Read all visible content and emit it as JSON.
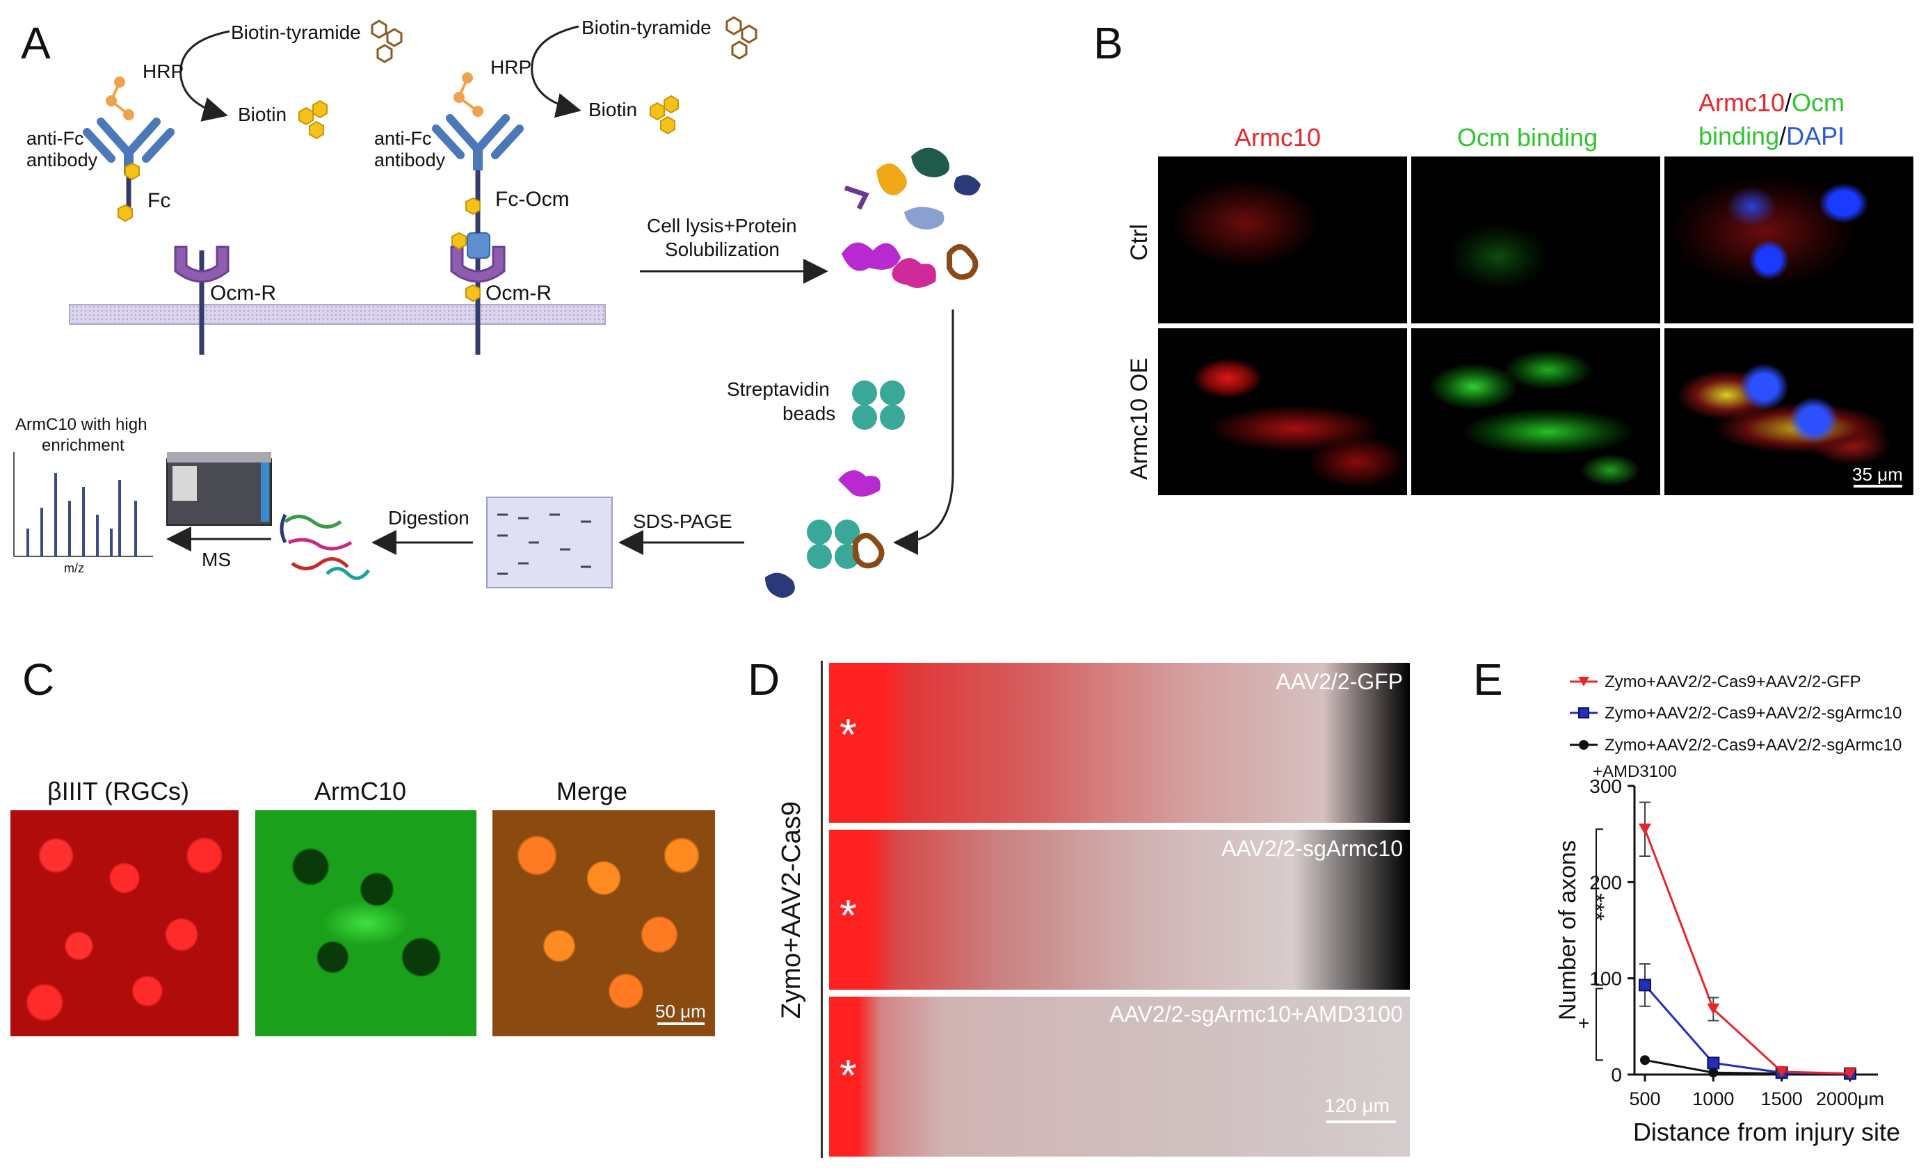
{
  "panels": {
    "a": {
      "letter": "A",
      "biotin_tyramide_1": "Biotin-tyramide",
      "biotin_tyramide_2": "Biotin-tyramide",
      "hrp_1": "HRP",
      "hrp_2": "HRP",
      "biotin_1": "Biotin",
      "biotin_2": "Biotin",
      "anti_fc_1_line1": "anti-Fc",
      "anti_fc_1_line2": "antibody",
      "anti_fc_2_line1": "anti-Fc",
      "anti_fc_2_line2": "antibody",
      "fc": "Fc",
      "fc_ocm": "Fc-Ocm",
      "ocm_r_1": "Ocm-R",
      "ocm_r_2": "Ocm-R",
      "lysis_line1": "Cell lysis+Protein",
      "lysis_line2": "Solubilization",
      "streptavidin_line1": "Streptavidin",
      "streptavidin_line2": "beads",
      "sds_page": "SDS-PAGE",
      "digestion": "Digestion",
      "ms": "MS",
      "armc10_line1": "ArmC10 with high",
      "armc10_line2": "enrichment",
      "mz": "m/z"
    },
    "b": {
      "letter": "B",
      "col1": "Armc10",
      "col2": "Ocm binding",
      "col3_armc10": "Armc10",
      "col3_slash1": "/",
      "col3_ocm": "Ocm",
      "col3_binding": "binding",
      "col3_slash2": "/",
      "col3_dapi": "DAPI",
      "row1": "Ctrl",
      "row2": "Armc10 OE",
      "scale": "35 μm"
    },
    "c": {
      "letter": "C",
      "col1": "βIIIT (RGCs)",
      "col2": "ArmC10",
      "col3": "Merge",
      "scale": "50 μm"
    },
    "d": {
      "letter": "D",
      "side_label": "Zymo+AAV2-Cas9",
      "row1": "AAV2/2-GFP",
      "row2": "AAV2/2-sgArmc10",
      "row3": "AAV2/2-sgArmc10+AMD3100",
      "star": "*",
      "scale": "120 μm"
    },
    "e": {
      "letter": "E",
      "sig1": "***",
      "sig2": "+"
    }
  },
  "chart_data": {
    "type": "line",
    "xlabel": "Distance from injury site",
    "ylabel": "Number of axons",
    "x": [
      500,
      1000,
      1500,
      2000
    ],
    "x_tick_labels": [
      "500",
      "1000",
      "1500",
      "2000μm"
    ],
    "ylim": [
      0,
      300
    ],
    "y_ticks": [
      0,
      100,
      200,
      300
    ],
    "grid": false,
    "legend_position": "top",
    "series": [
      {
        "name": "Zymo+AAV2/2-Cas9+AAV2/2-GFP",
        "color": "#e8262a",
        "marker": "triangle-down",
        "values": [
          255,
          68,
          3,
          1
        ],
        "err": [
          28,
          12,
          1,
          0
        ]
      },
      {
        "name": "Zymo+AAV2/2-Cas9+AAV2/2-sgArmc10",
        "color": "#2230b8",
        "marker": "square",
        "values": [
          93,
          12,
          2,
          1
        ],
        "err": [
          22,
          4,
          1,
          0
        ]
      },
      {
        "name": "Zymo+AAV2/2-Cas9+AAV2/2-sgArmc10",
        "name_line2": "+AMD3100",
        "color": "#111111",
        "marker": "circle",
        "values": [
          15,
          2,
          1,
          1
        ],
        "err": [
          0,
          0,
          0,
          0
        ]
      }
    ]
  }
}
